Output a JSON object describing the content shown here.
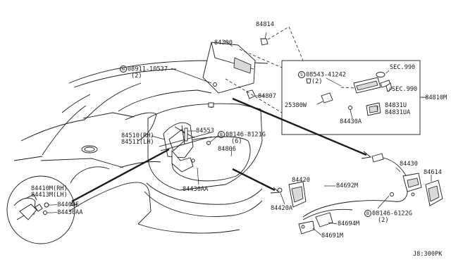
{
  "labels": {
    "l84814": "84814",
    "l84300": "84300",
    "l08911": "08911-10537",
    "l08911q": "(2)",
    "l84807": "84807",
    "l08543": "08543-41242",
    "l08543q": "(2)",
    "sec990a": "SEC.990",
    "sec990b": "SEC.990",
    "l84810m": "84810M",
    "l25380w": "25380W",
    "l84831u": "84831U",
    "l84831ua": "84831UA",
    "l84430a": "84430A",
    "l84553": "84553",
    "l84510": "84510(RH)",
    "l84511": "84511(LH)",
    "l08146a": "08146-8121G",
    "l08146aq": "(6)",
    "l84806": "84806",
    "l84410m": "84410M(RH)",
    "l84413m": "84413M(LH)",
    "l84400e": "84400E",
    "l84430aa1": "84430AA",
    "l84430aa2": "84430AA",
    "l84420": "84420",
    "l84420a": "84420A",
    "l84692m": "84692M",
    "l84694m": "84694M",
    "l84691m": "84691M",
    "l84430": "84430",
    "l84614": "84614",
    "l08146b": "08146-6122G",
    "l08146bq": "(2)",
    "code": "J8:300PK"
  },
  "symbols": {
    "n": "N",
    "s": "S",
    "b1": "B",
    "b2": "B"
  }
}
